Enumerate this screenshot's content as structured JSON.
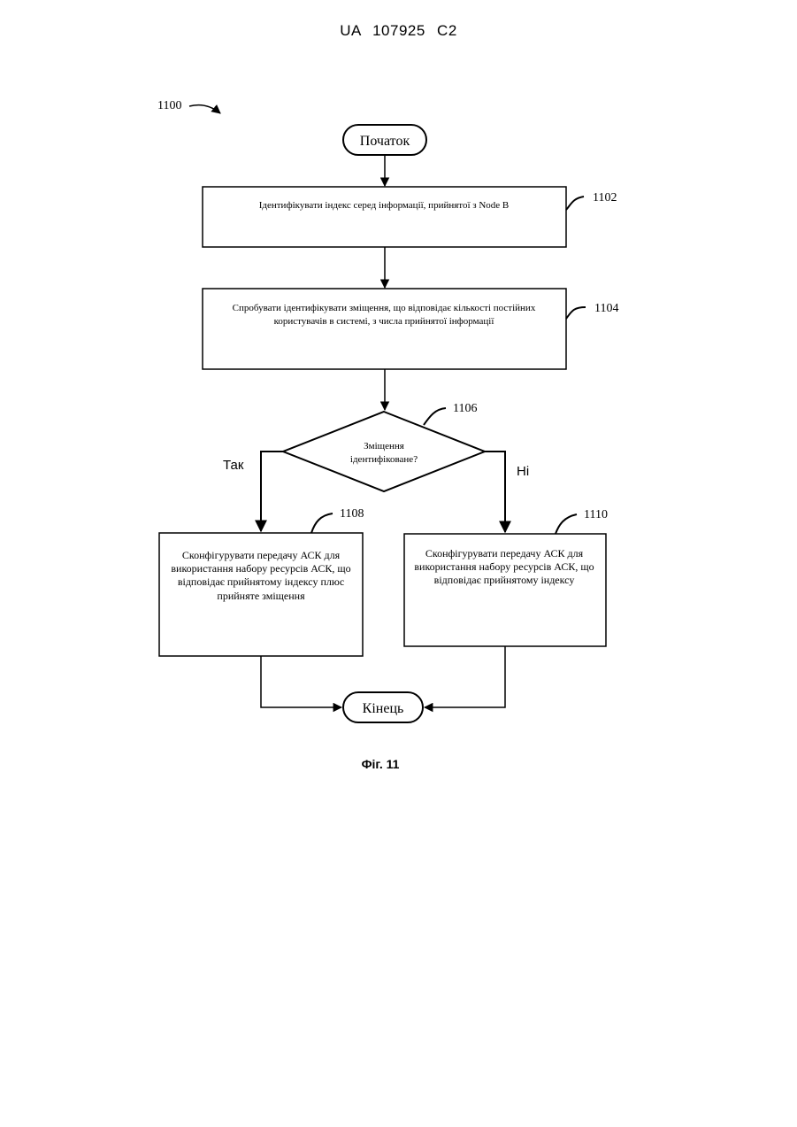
{
  "header": {
    "patent_number": "UA 107925 C2"
  },
  "diagram": {
    "figure_ref": "1100",
    "start_label": "Початок",
    "end_label": "Кінець",
    "steps": [
      {
        "ref": "1102",
        "lines": [
          "Ідентифікувати індекс серед інформації, прийнятої з Node B"
        ]
      },
      {
        "ref": "1104",
        "lines": [
          "Спробувати ідентифікувати зміщення, що відповідає кількості постійних",
          "користувачів в системі, з числа прийнятої інформації"
        ]
      }
    ],
    "decision": {
      "ref": "1106",
      "lines": [
        "Зміщення",
        "ідентифіковане?"
      ],
      "yes_label": "Так",
      "no_label": "Ні"
    },
    "branches": [
      {
        "ref": "1108",
        "lines": [
          "Сконфігурувати передачу АСК для",
          "використання набору ресурсів АСК, що",
          "відповідає прийнятому індексу плюс",
          "прийняте зміщення"
        ]
      },
      {
        "ref": "1110",
        "lines": [
          "Сконфігурувати передачу АСК для",
          "використання набору ресурсів АСК, що",
          "відповідає прийнятому індексу"
        ]
      }
    ]
  },
  "caption": "Фіг. 11"
}
